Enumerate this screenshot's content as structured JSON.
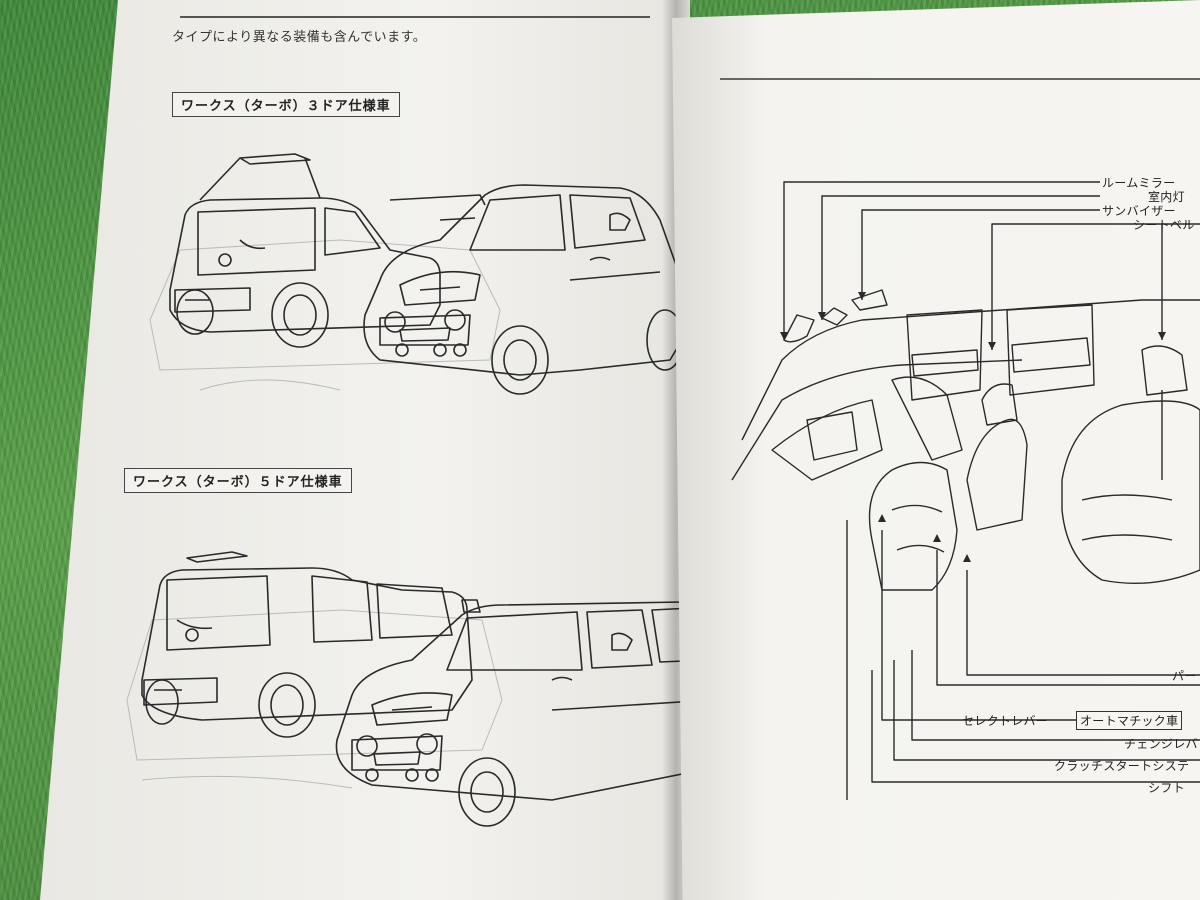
{
  "left_page": {
    "intro": "タイプにより異なる装備も含んでいます。",
    "label_3door": "ワークス（ターボ）３ドア仕様車",
    "label_5door": "ワークス（ターボ）５ドア仕様車"
  },
  "right_page": {
    "callouts": {
      "room_mirror": "ルームミラー",
      "interior_light": "室内灯",
      "sun_visor": "サンバイザー",
      "seat_belt": "シートベル",
      "parking": "パー",
      "select_lever": "セレクトレバー",
      "automatic": "オートマチック車",
      "change_lever": "チェンジレバ",
      "clutch_start": "クラッチスタートシステ",
      "shift": "シフト"
    }
  }
}
